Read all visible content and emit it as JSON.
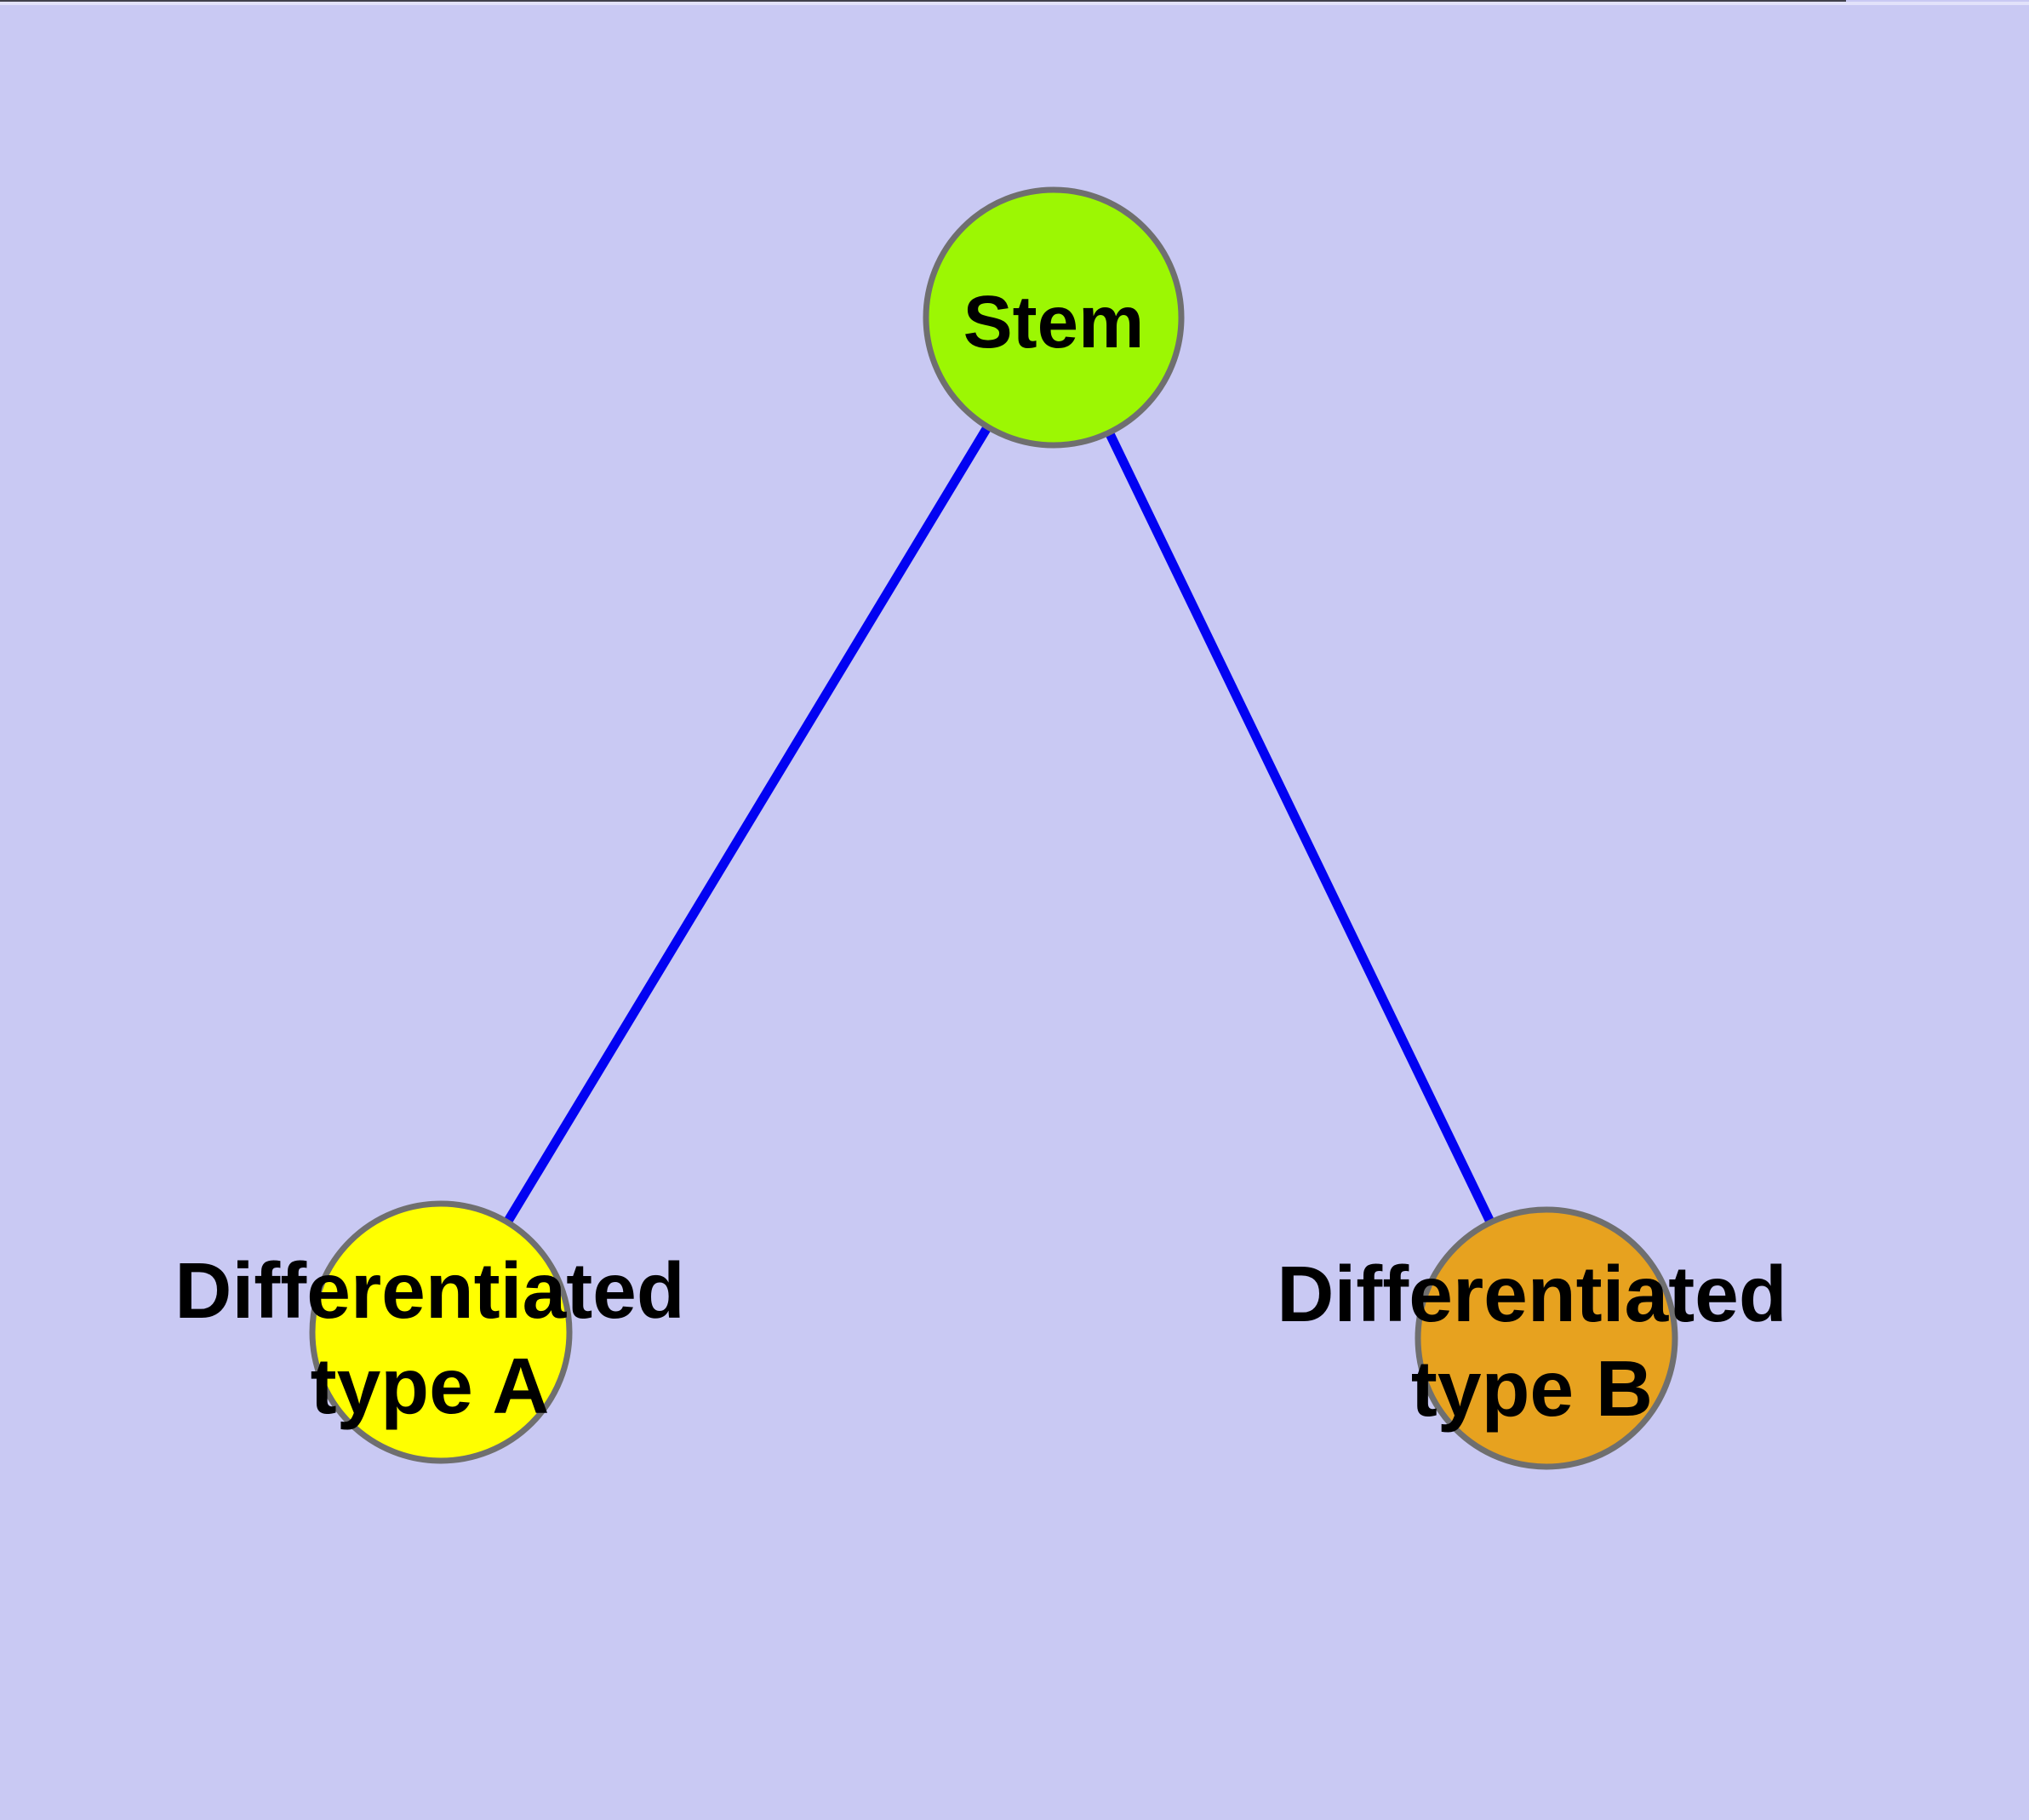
{
  "diagram": {
    "title": "Stem cell differentiation diagram",
    "background_color": "#C9C9F3",
    "edge_color": "#0202F2",
    "node_border_color": "#6F6F6F",
    "text_color": "#000000",
    "nodes": [
      {
        "id": "stem",
        "lines": [
          "Stem"
        ],
        "fill": "#9CF703"
      },
      {
        "id": "differentiated-type-a",
        "lines": [
          "Differentiated",
          "type A"
        ],
        "fill": "#FFFF00"
      },
      {
        "id": "differentiated-type-b",
        "lines": [
          "Differentiated",
          "type B"
        ],
        "fill": "#E7A21F"
      }
    ],
    "edges": [
      {
        "from": "stem",
        "to": "differentiated-type-a"
      },
      {
        "from": "stem",
        "to": "differentiated-type-b"
      }
    ]
  }
}
